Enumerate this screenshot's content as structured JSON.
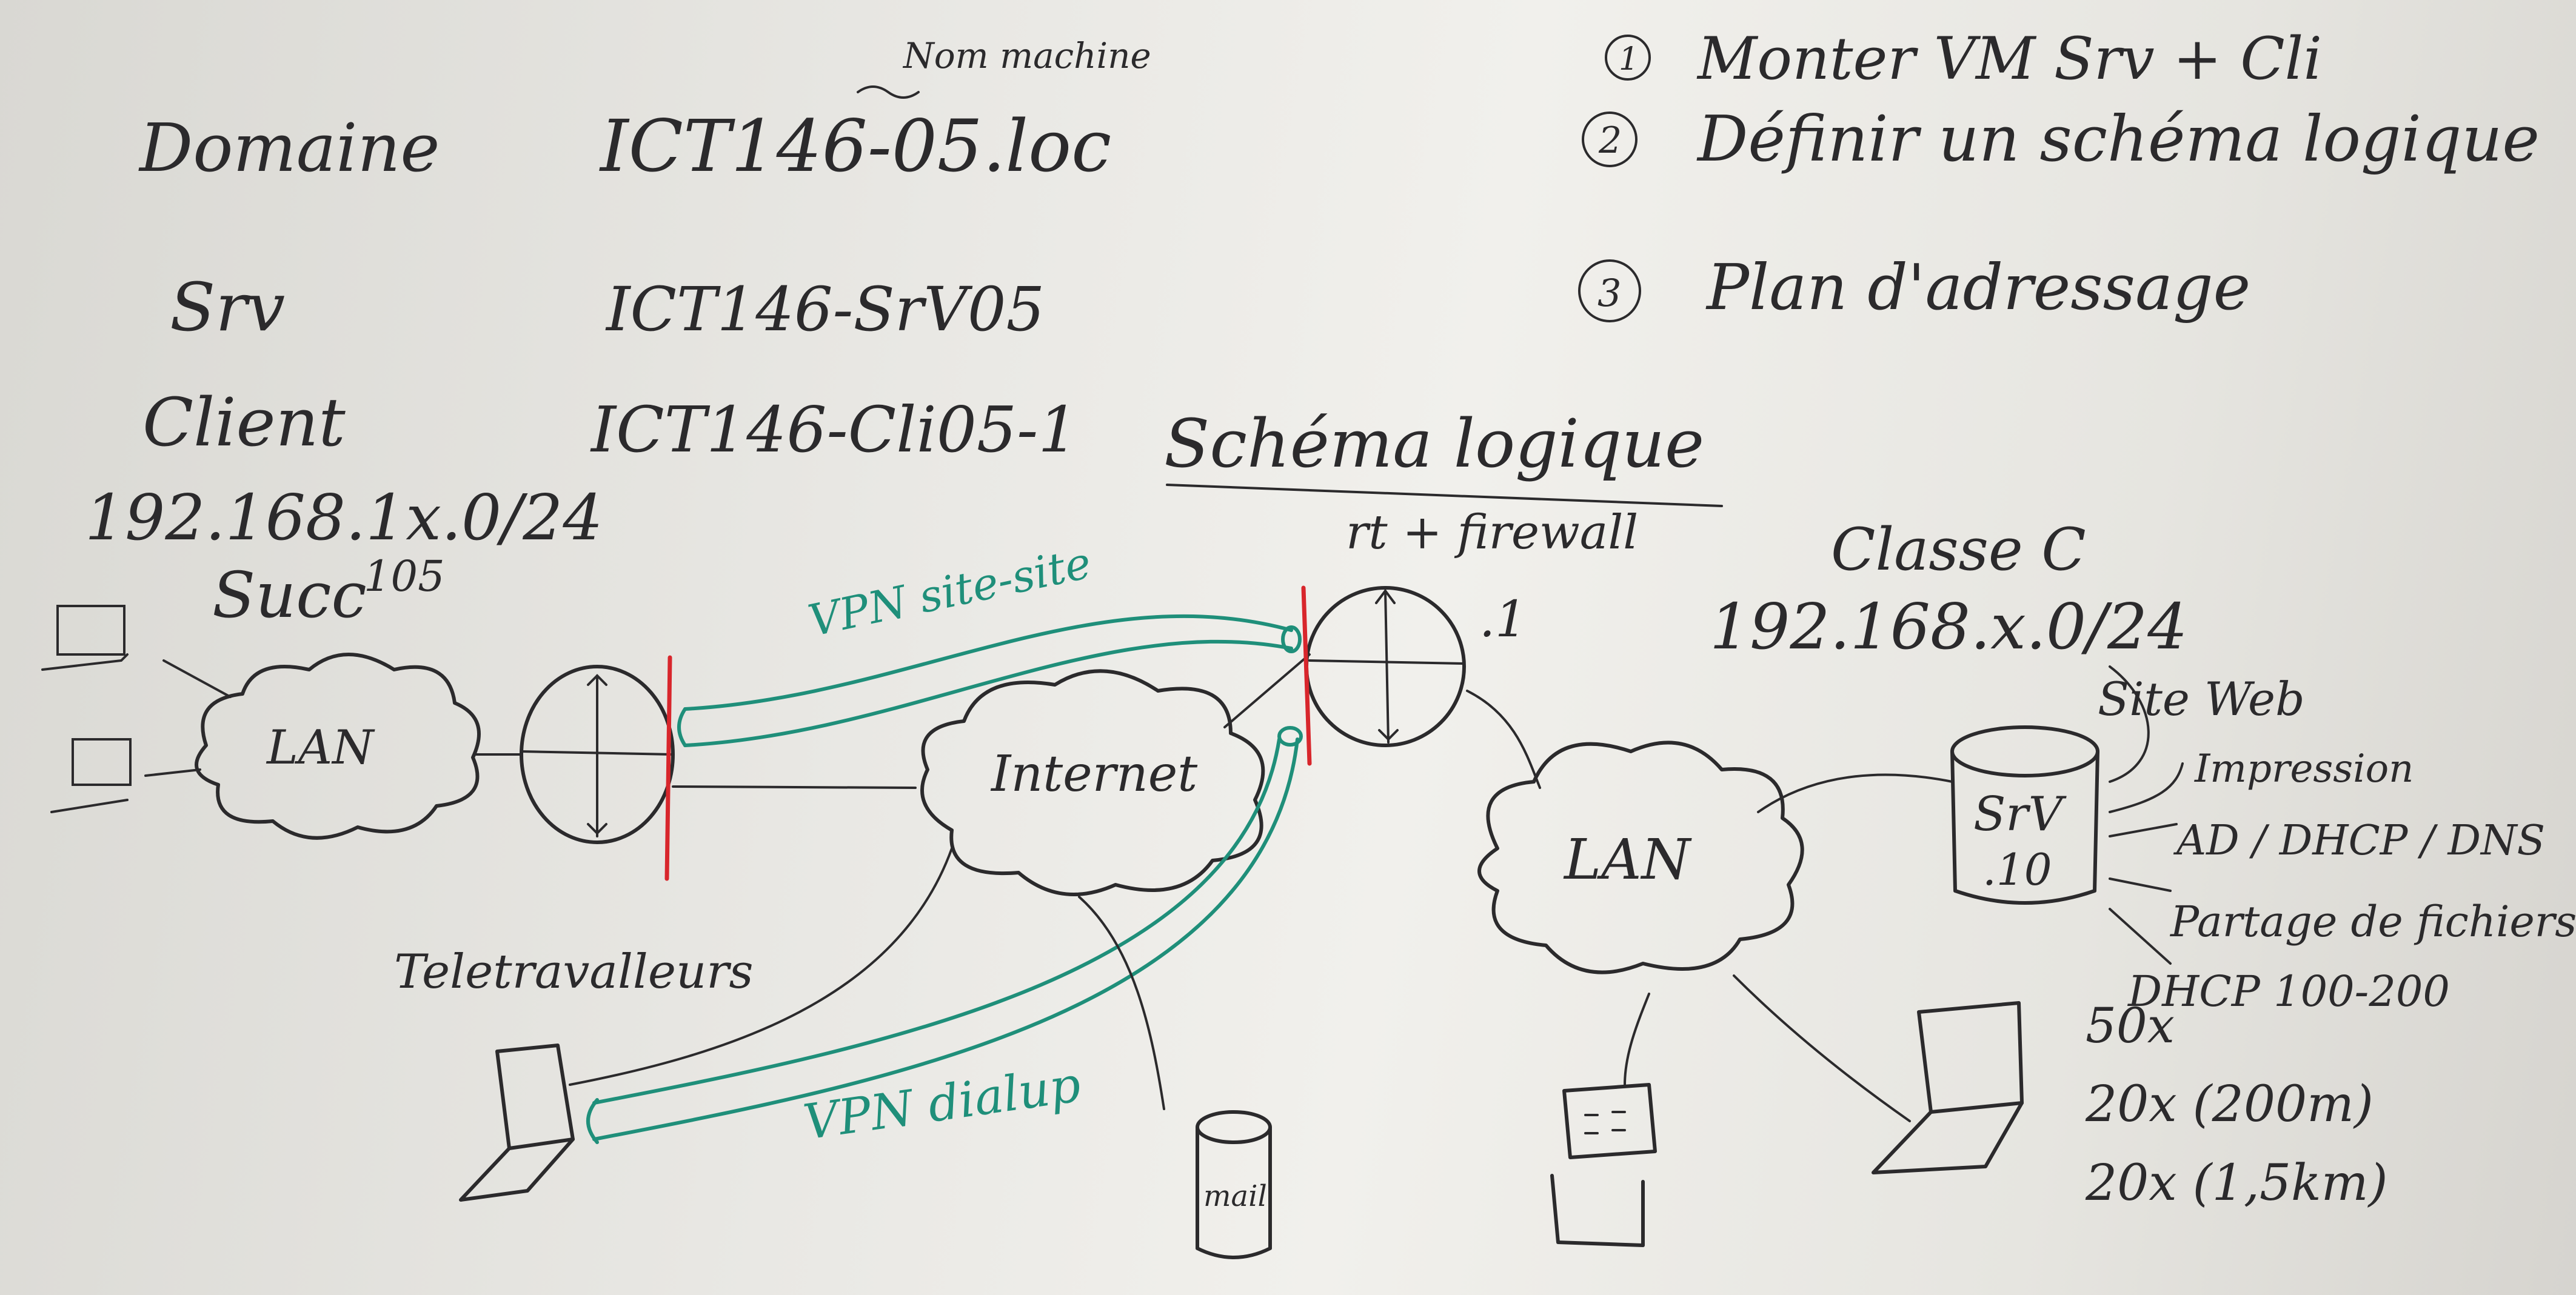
{
  "header": {
    "domaine_label": "Domaine",
    "domaine_value": "ICT146-05.loc",
    "nom_machine_note": "Nom machine",
    "srv_label": "Srv",
    "srv_value": "ICT146-SrV05",
    "client_label": "Client",
    "client_value": "ICT146-Cli05-1",
    "network": "192.168.1x.0/24",
    "succ_label": "Succ",
    "succ_value": "105"
  },
  "todo": {
    "items": [
      {
        "num": "1",
        "text": "Monter VM Srv + Cli"
      },
      {
        "num": "2",
        "text": "Définir un schéma logique"
      },
      {
        "num": "3",
        "text": "Plan d'adressage"
      }
    ]
  },
  "schema": {
    "title": "Schéma logique",
    "router_label": "rt + firewall",
    "router_ip": ".1",
    "class_label": "Classe C",
    "class_network": "192.168.x.0/24",
    "lan_left": "LAN",
    "lan_right": "LAN",
    "internet": "Internet",
    "vpn_site": "VPN site-site",
    "vpn_dialup": "VPN dialup",
    "teletravailleurs": "Teletravalleurs",
    "mail": "mail",
    "server_name": "SrV",
    "server_ip": ".10",
    "services": [
      "Site Web",
      "Impression",
      "AD / DHCP / DNS",
      "Partage de fichiers",
      "DHCP 100-200"
    ],
    "counts": [
      "50x",
      "20x (200m)",
      "20x (1,5km)"
    ]
  },
  "colors": {
    "ink": "#2b2a2c",
    "vpn_green": "#1f8f7a",
    "firewall_red": "#d8262c",
    "board": "#ecebe7"
  }
}
